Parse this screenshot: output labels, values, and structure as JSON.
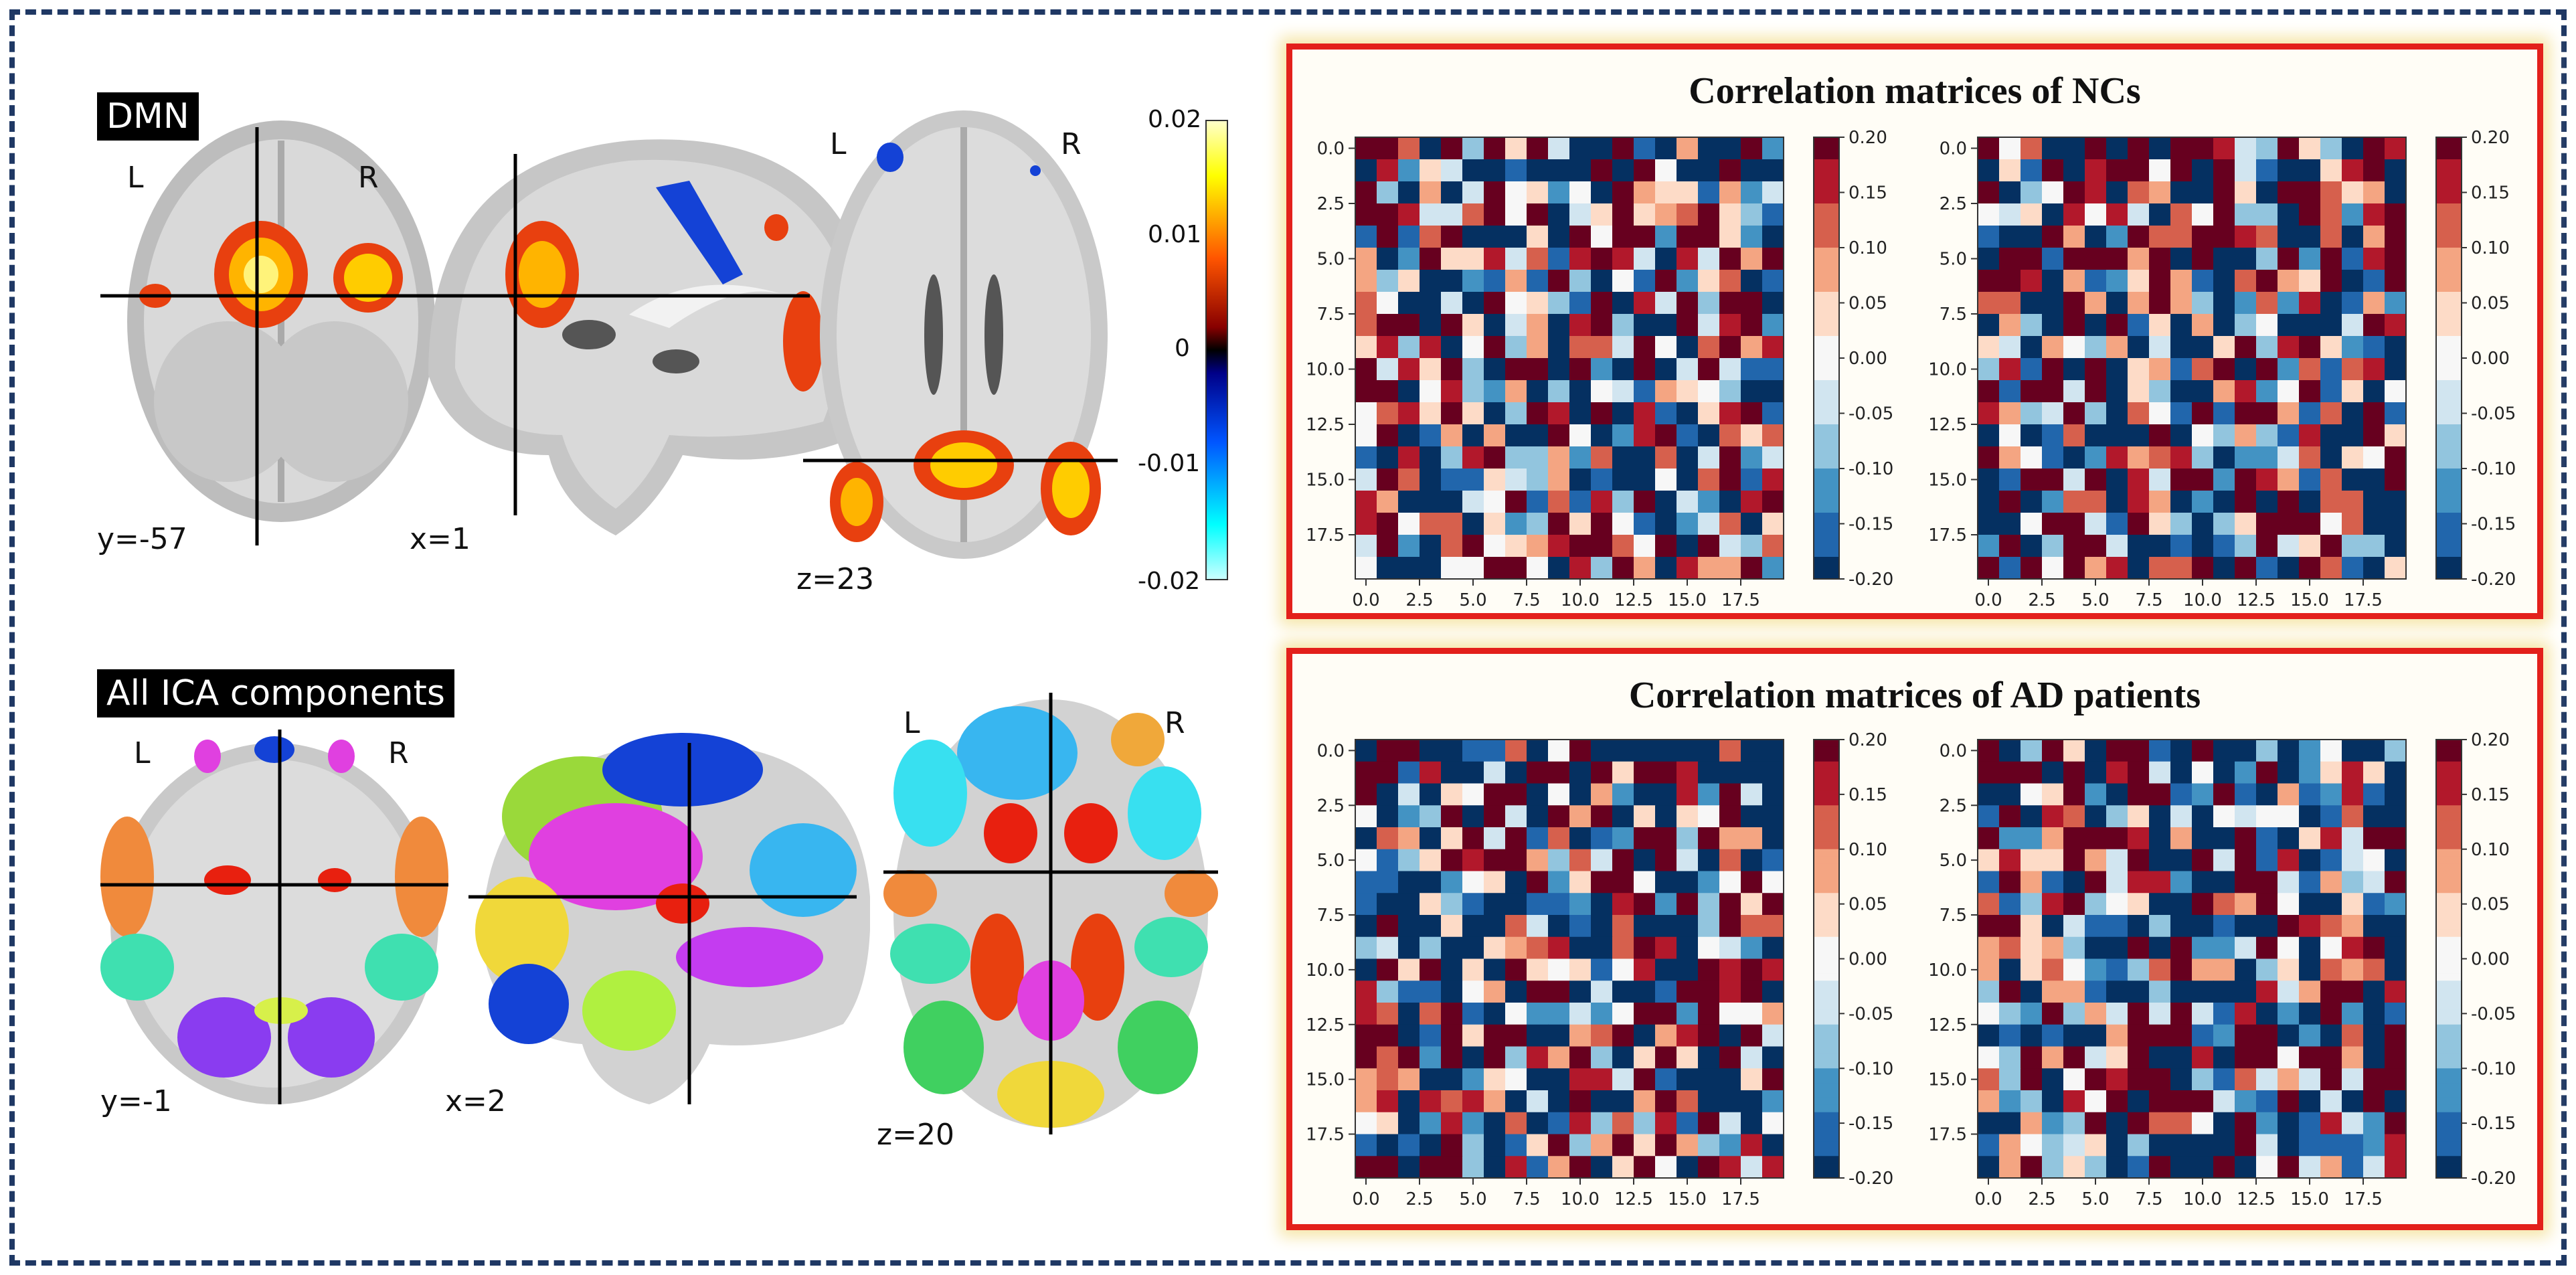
{
  "brain": {
    "dmn": {
      "label": "DMN",
      "coronal": {
        "coord": "y=-57",
        "left": "L",
        "right": "R"
      },
      "sagittal": {
        "coord": "x=1"
      },
      "axial": {
        "coord": "z=23",
        "left": "L",
        "right": "R"
      },
      "colorbar_ticks": [
        "0.02",
        "0.01",
        "0",
        "-0.01",
        "-0.02"
      ]
    },
    "ica": {
      "label": "All ICA components",
      "coronal": {
        "coord": "y=-1",
        "left": "L",
        "right": "R"
      },
      "sagittal": {
        "coord": "x=2"
      },
      "axial": {
        "coord": "z=20",
        "left": "L",
        "right": "R"
      }
    }
  },
  "panels": {
    "nc": {
      "title": "Correlation matrices of NCs"
    },
    "ad": {
      "title": "Correlation matrices of AD patients"
    }
  },
  "matrix_axes": {
    "y_ticks": [
      "0.0",
      "2.5",
      "5.0",
      "7.5",
      "10.0",
      "12.5",
      "15.0",
      "17.5"
    ],
    "x_ticks": [
      "0.0",
      "2.5",
      "5.0",
      "7.5",
      "10.0",
      "12.5",
      "15.0",
      "17.5"
    ],
    "colorbar_ticks": [
      "0.20",
      "0.15",
      "0.10",
      "0.05",
      "0.00",
      "-0.05",
      "-0.10",
      "-0.15",
      "-0.20"
    ],
    "vmin": -0.2,
    "vmax": 0.2,
    "colormap": [
      "#053061",
      "#2166ac",
      "#4393c3",
      "#92c5de",
      "#d1e5f0",
      "#f7f7f7",
      "#fddbc7",
      "#f4a582",
      "#d6604d",
      "#b2182b",
      "#67001f"
    ]
  },
  "chart_data": [
    {
      "type": "heatmap",
      "group": "NCs",
      "index": 1,
      "size": 20,
      "vmin": -0.2,
      "vmax": 0.2,
      "seed": 11
    },
    {
      "type": "heatmap",
      "group": "NCs",
      "index": 2,
      "size": 20,
      "vmin": -0.2,
      "vmax": 0.2,
      "seed": 23
    },
    {
      "type": "heatmap",
      "group": "AD patients",
      "index": 1,
      "size": 20,
      "vmin": -0.2,
      "vmax": 0.2,
      "seed": 37
    },
    {
      "type": "heatmap",
      "group": "AD patients",
      "index": 2,
      "size": 20,
      "vmin": -0.2,
      "vmax": 0.2,
      "seed": 53
    }
  ]
}
